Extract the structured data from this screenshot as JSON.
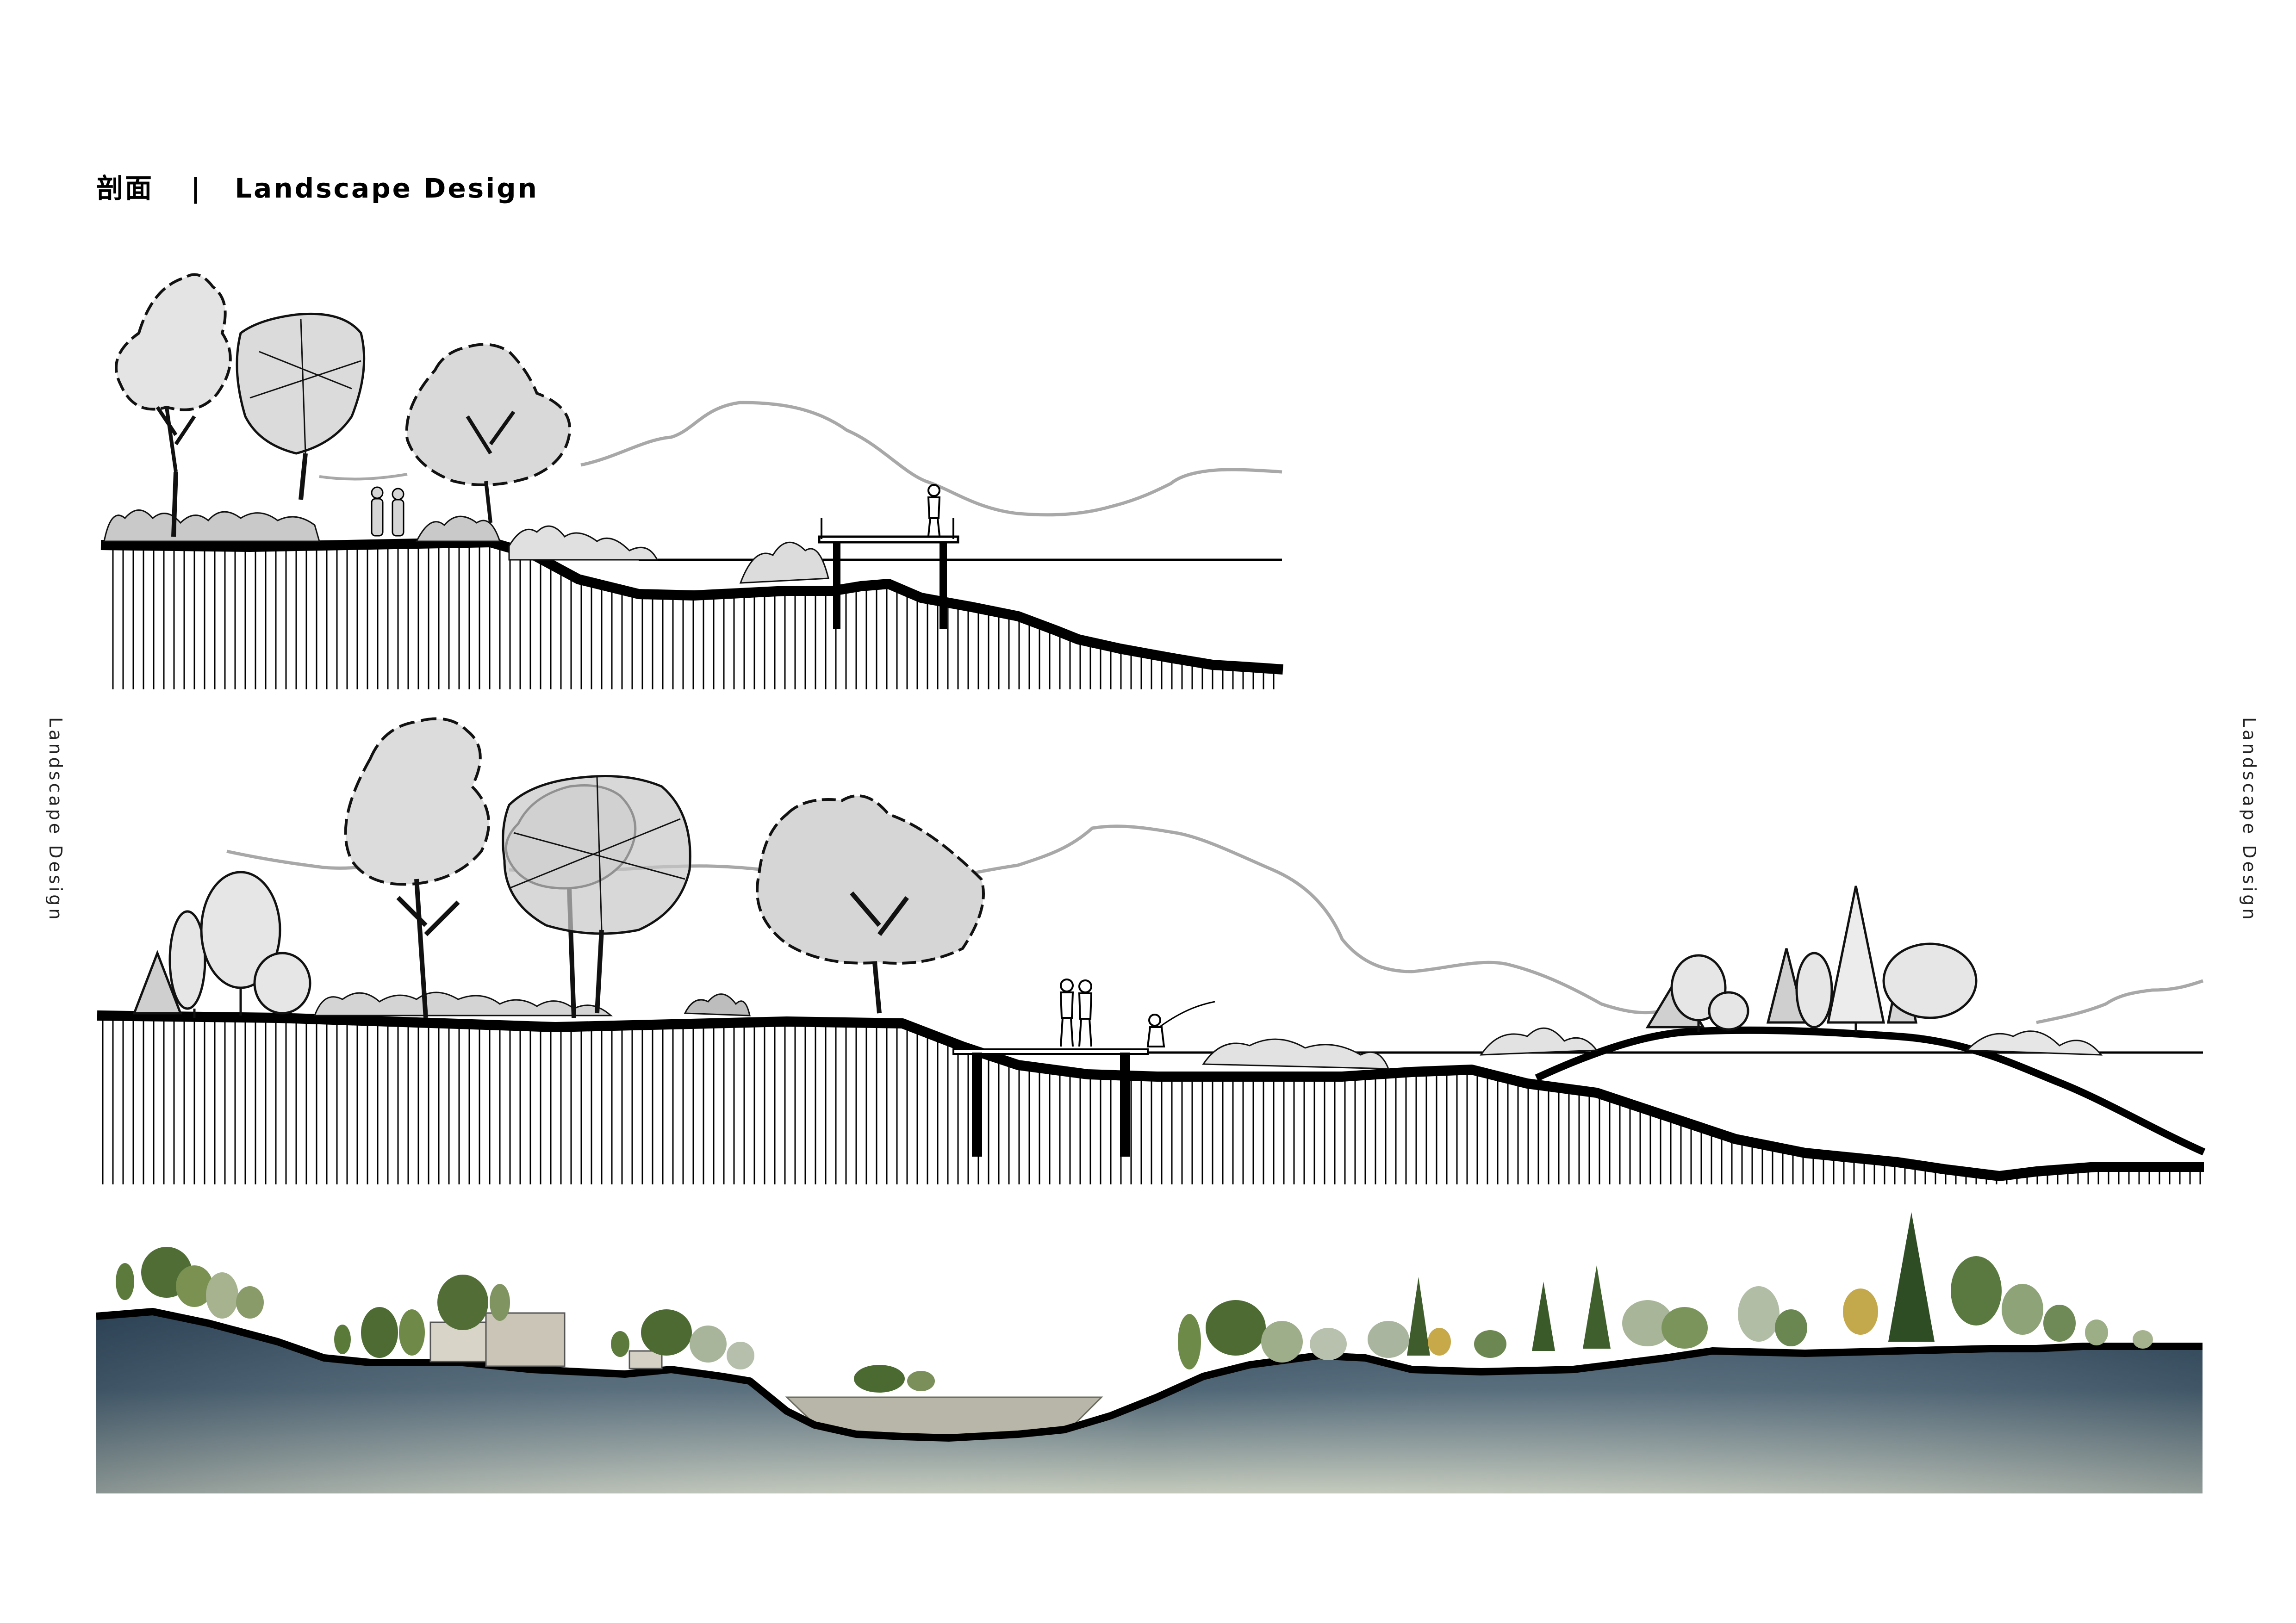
{
  "header": {
    "title_cn": "剖面",
    "separator": "|",
    "title_en": "Landscape Design"
  },
  "side_labels": {
    "left": "Landscape Design",
    "right": "Landscape Design"
  },
  "colors": {
    "ink": "#111111",
    "mountain_line": "#a8a8a8",
    "foliage_grey": "#b9b9b9",
    "water_deep": "#3f5668",
    "water_light": "#b7c0b4",
    "tree_green": "#4f6b3a"
  },
  "sections": [
    {
      "id": "section-1",
      "style": "sketch"
    },
    {
      "id": "section-2",
      "style": "sketch"
    },
    {
      "id": "section-3",
      "style": "rendered"
    }
  ]
}
